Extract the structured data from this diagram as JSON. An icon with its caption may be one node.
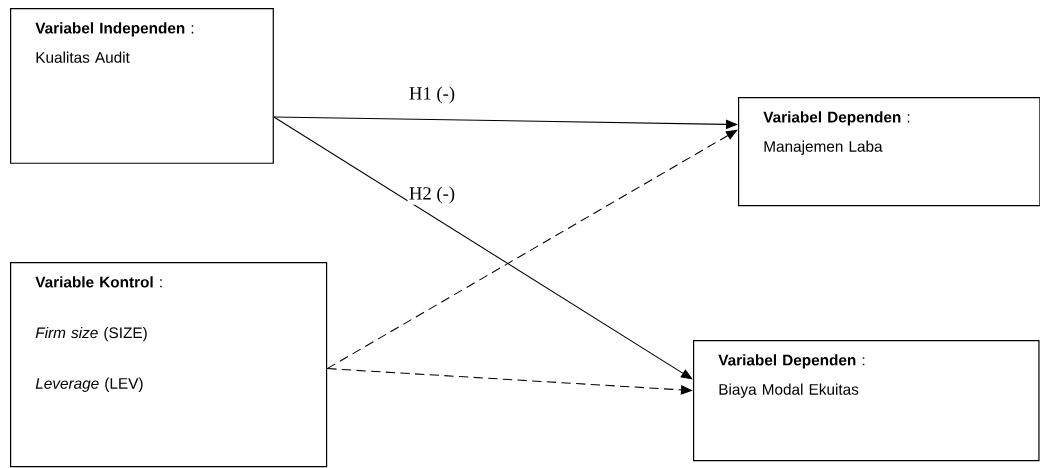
{
  "diagram": {
    "nodes": [
      {
        "text": [
          "**Variabel Independen** :",
          "Kualitas Audit"
        ]
      },
      {
        "text": [
          "**Variabel Dependen** :",
          "Manajemen Laba"
        ]
      },
      {
        "text": [
          "**Variable Kontrol** :",
          "*Firm size* (SIZE)",
          "*Leverage* (LEV)"
        ]
      },
      {
        "text": [
          "**Variabel Dependen** :",
          "Biaya Modal Ekuitas"
        ]
      }
    ],
    "edges": [
      {
        "from": 0,
        "to": 1,
        "arrow": "to",
        "label": "H1 (-)"
      },
      {
        "from": 0,
        "to": 3,
        "arrow": "to",
        "label": "H2 (-)"
      },
      {
        "from": 2,
        "to": 1,
        "arrow": "to",
        "style": "dashed"
      },
      {
        "from": 2,
        "to": 3,
        "arrow": "to",
        "style": "dashed"
      }
    ]
  }
}
